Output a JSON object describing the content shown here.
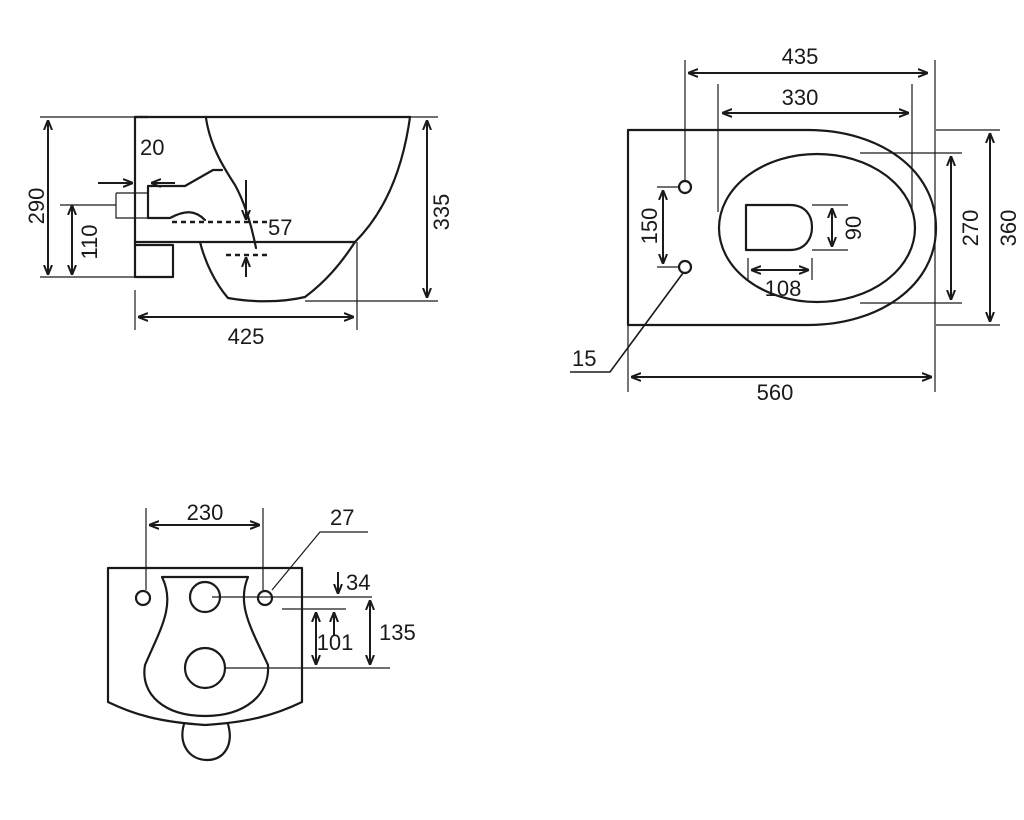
{
  "colors": {
    "ink": "#1a1a1a",
    "background": "#ffffff"
  },
  "side_view": {
    "width_overall": "425",
    "height_rim": "290",
    "height_total": "335",
    "inlet_offset": "20",
    "outlet_height": "110",
    "outlet_drop": "57"
  },
  "top_view": {
    "fixing_span": "435",
    "inner_length": "330",
    "bowl_width": "270",
    "overall_width": "360",
    "fixing_centers": "150",
    "hole_diameter": "15",
    "outlet_width": "108",
    "outlet_height": "90",
    "overall_length": "560"
  },
  "back_view": {
    "bolt_span": "230",
    "hole_size": "27",
    "upper_offset": "34",
    "hole_spacing": "101",
    "lower_offset": "135"
  }
}
